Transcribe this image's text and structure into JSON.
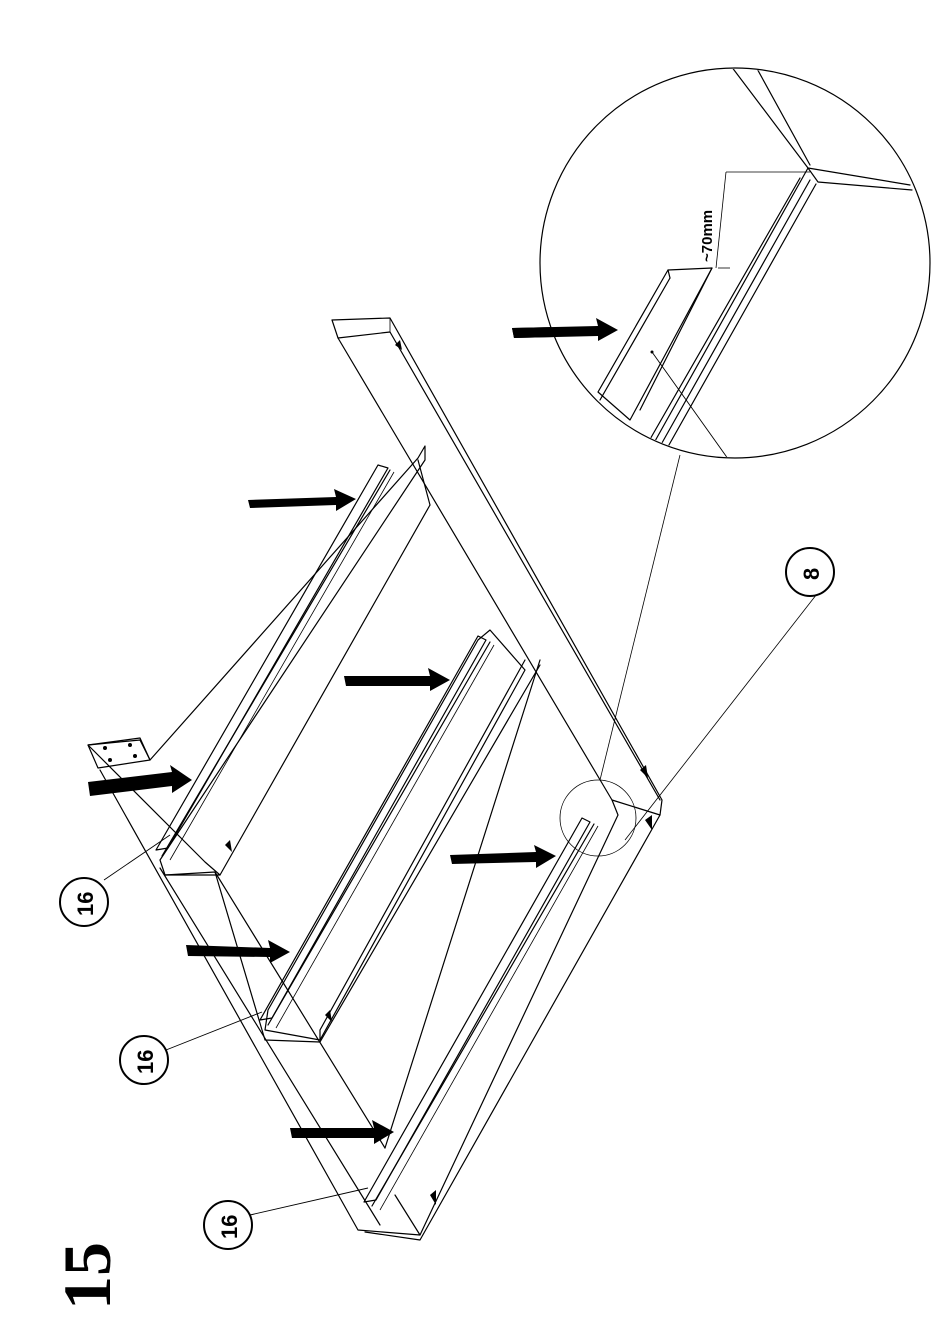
{
  "step": {
    "number": "15"
  },
  "callouts": {
    "part_16": "16",
    "part_8": "8"
  },
  "detail": {
    "dimension": "~70mm"
  },
  "colors": {
    "ink": "#000000",
    "paper": "#ffffff"
  }
}
